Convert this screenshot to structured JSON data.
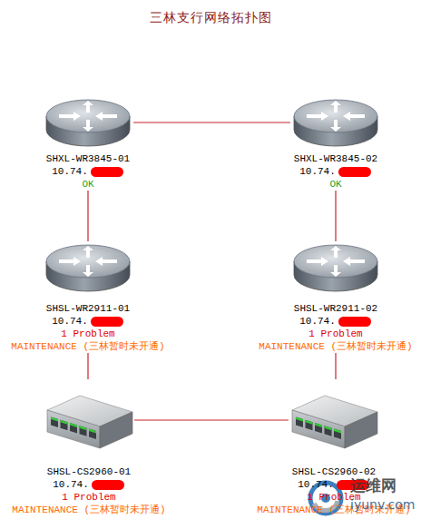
{
  "diagram": {
    "title": "三林支行网络拓扑图",
    "nodes": [
      {
        "text": [
          "SHXL-WR3845-01",
          "10.74.",
          "OK"
        ]
      },
      {
        "text": [
          "SHXL-WR3845-02",
          "10.74.",
          "OK"
        ]
      },
      {
        "text": [
          "SHSL-WR2911-01",
          "10.74.",
          "1 Problem",
          "MAINTENANCE (三林暂时未开通)"
        ]
      },
      {
        "text": [
          "SHSL-WR2911-02",
          "10.74.",
          "1 Problem",
          "MAINTENANCE (三林暂时未开通)"
        ]
      },
      {
        "text": [
          "SHSL-CS2960-01",
          "10.74.",
          "1 Problem",
          "MAINTENANCE (三林暂时未开通)"
        ]
      },
      {
        "text": [
          "SHSL-CS2960-02",
          "10.74.",
          "1 Problem",
          "MAINTENANCE (三林暂时未开通)"
        ]
      }
    ],
    "edges": [
      {
        "from": 0,
        "to": 1,
        "arrow": "none"
      },
      {
        "from": 0,
        "to": 2,
        "arrow": "none"
      },
      {
        "from": 1,
        "to": 3,
        "arrow": "none"
      },
      {
        "from": 2,
        "to": 4,
        "arrow": "none"
      },
      {
        "from": 3,
        "to": 5,
        "arrow": "none"
      },
      {
        "from": 4,
        "to": 5,
        "arrow": "none"
      }
    ],
    "labels": [
      "运维网",
      "iyunv.com"
    ]
  }
}
